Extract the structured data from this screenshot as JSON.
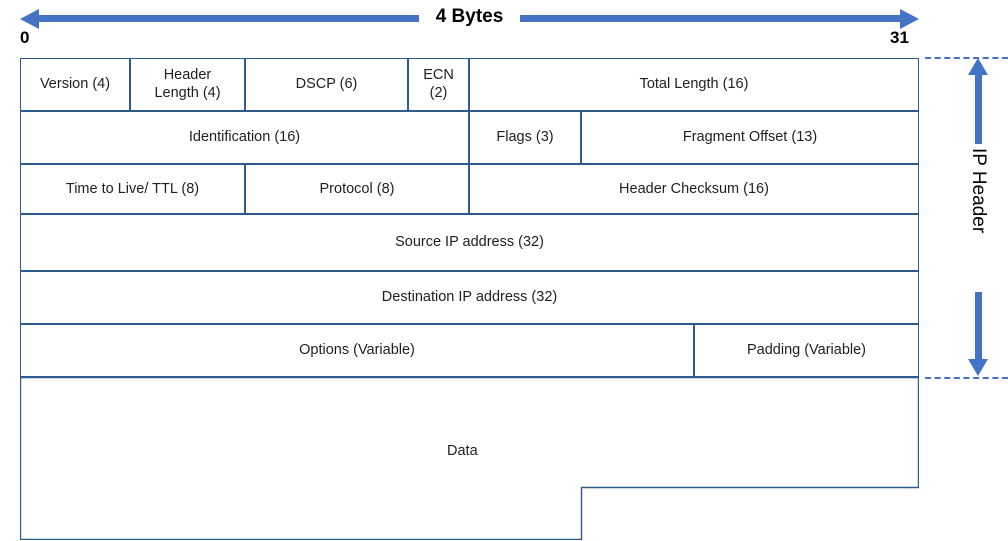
{
  "diagram": {
    "title_top": "4 Bytes",
    "bit_start": "0",
    "bit_end": "31",
    "side_label": "IP Header",
    "accent_color": "#4472c4",
    "border_color": "#2e5a8e",
    "rows": [
      {
        "name": "row-1",
        "cells": [
          {
            "label": "Version (4)"
          },
          {
            "label": "Header\nLength (4)"
          },
          {
            "label": "DSCP (6)"
          },
          {
            "label": "ECN\n(2)"
          },
          {
            "label": "Total Length (16)"
          }
        ]
      },
      {
        "name": "row-2",
        "cells": [
          {
            "label": "Identification (16)"
          },
          {
            "label": "Flags (3)"
          },
          {
            "label": "Fragment Offset (13)"
          }
        ]
      },
      {
        "name": "row-3",
        "cells": [
          {
            "label": "Time to Live/ TTL (8)"
          },
          {
            "label": "Protocol (8)"
          },
          {
            "label": "Header Checksum (16)"
          }
        ]
      },
      {
        "name": "row-4",
        "cells": [
          {
            "label": "Source  IP address (32)"
          }
        ]
      },
      {
        "name": "row-5",
        "cells": [
          {
            "label": "Destination IP address (32)"
          }
        ]
      },
      {
        "name": "row-6",
        "cells": [
          {
            "label": "Options (Variable)"
          },
          {
            "label": "Padding (Variable)"
          }
        ]
      }
    ],
    "payload": {
      "label": "Data"
    }
  }
}
